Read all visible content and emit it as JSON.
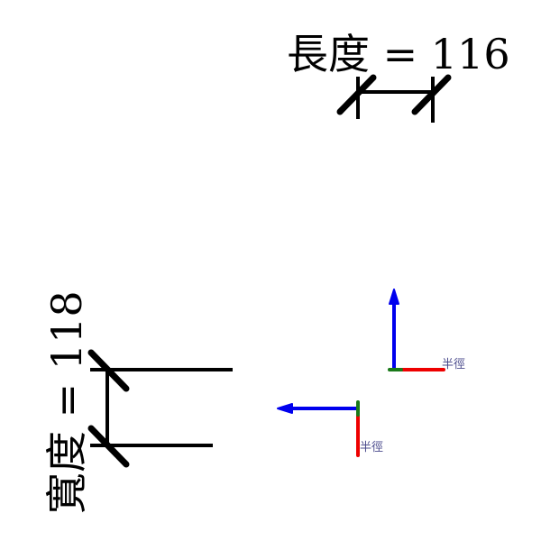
{
  "dimensions": {
    "length": {
      "label": "長度 = 116",
      "value": 116
    },
    "width": {
      "label": "寬度 = 118",
      "value": 118
    }
  },
  "axes": [
    {
      "label": "半徑"
    },
    {
      "label": "半徑"
    }
  ],
  "colors": {
    "axis_primary": "#0000ee",
    "axis_secondary": "#ee0000",
    "origin": "#1a7a1a",
    "label": "#4a4a8c",
    "line": "#000000"
  }
}
